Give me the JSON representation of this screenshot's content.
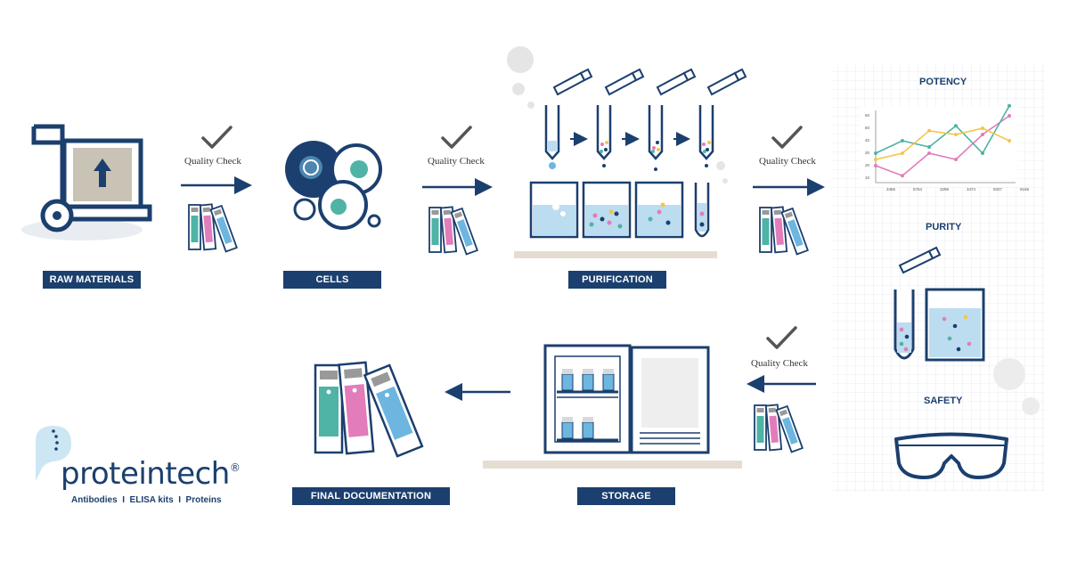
{
  "labels": {
    "raw_materials": "RAW MATERIALS",
    "cells": "CELLS",
    "purification": "PURIFICATION",
    "storage": "STORAGE",
    "final_documentation": "FINAL DOCUMENTATION"
  },
  "quality_check": "Quality Check",
  "panel": {
    "potency": "POTENCY",
    "purity": "PURITY",
    "safety": "SAFETY"
  },
  "brand": {
    "name": "proteintech",
    "registered": "®",
    "tagline": "Antibodies  I  ELISA kits  I  Proteins"
  },
  "chart_data": {
    "type": "line",
    "x": [
      "3456",
      "5764",
      "3298",
      "3474",
      "9327",
      "9165"
    ],
    "y_ticks": [
      "60",
      "50",
      "40",
      "30",
      "20",
      "10"
    ],
    "series": [
      {
        "values": [
          20,
          12,
          30,
          25,
          45,
          60
        ]
      },
      {
        "values": [
          30,
          40,
          35,
          52,
          30,
          68
        ]
      },
      {
        "values": [
          25,
          30,
          48,
          45,
          50,
          40
        ]
      }
    ]
  },
  "colors": {
    "navy": "#1b3f6e",
    "teal": "#4fb3a6",
    "pink": "#e37cba",
    "blue": "#6cb6e0",
    "beige": "#e6ddd2",
    "yellow": "#f3c64b"
  }
}
